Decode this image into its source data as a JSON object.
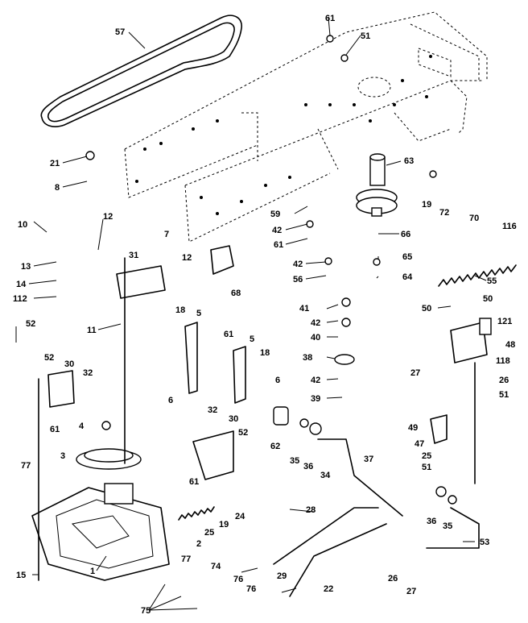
{
  "labels": {
    "l57": "57",
    "l61a": "61",
    "l51a": "51",
    "l21": "21",
    "l8": "8",
    "l12a": "12",
    "l10": "10",
    "l13": "13",
    "l14": "14",
    "l112": "112",
    "l31": "31",
    "l7": "7",
    "l12b": "12",
    "l68": "68",
    "l63": "63",
    "l19a": "19",
    "l72": "72",
    "l70": "70",
    "l116": "116",
    "l59": "59",
    "l42a": "42",
    "l61b": "61",
    "l66": "66",
    "l42b": "42",
    "l56": "56",
    "l65": "65",
    "l64": "64",
    "l55": "55",
    "l52a": "52",
    "l11": "11",
    "l18a": "18",
    "l5a": "5",
    "l61c": "61",
    "l5b": "5",
    "l18b": "18",
    "l6a": "6",
    "l6b": "6",
    "l41": "41",
    "l42c": "42",
    "l40": "40",
    "l38": "38",
    "l42d": "42",
    "l39": "39",
    "l50a": "50",
    "l50b": "50",
    "l121": "121",
    "l48": "48",
    "l27a": "27",
    "l118": "118",
    "l26a": "26",
    "l51b": "51",
    "l52b": "52",
    "l30a": "30",
    "l32a": "32",
    "l61d": "61",
    "l4": "4",
    "l3": "3",
    "l32b": "32",
    "l30b": "30",
    "l52c": "52",
    "l61e": "61",
    "l62": "62",
    "l35a": "35",
    "l36a": "36",
    "l34": "34",
    "l37": "37",
    "l49": "49",
    "l47": "47",
    "l25": "25",
    "l51c": "51",
    "l77a": "77",
    "l24": "24",
    "l19b": "19",
    "l25b": "25",
    "l2": "2",
    "l28": "28",
    "l36b": "36",
    "l35b": "35",
    "l53": "53",
    "l15": "15",
    "l1": "1",
    "l77b": "77",
    "l74": "74",
    "l76a": "76",
    "l75": "75",
    "l76b": "76",
    "l29": "29",
    "l22": "22",
    "l26b": "26",
    "l27b": "27"
  }
}
